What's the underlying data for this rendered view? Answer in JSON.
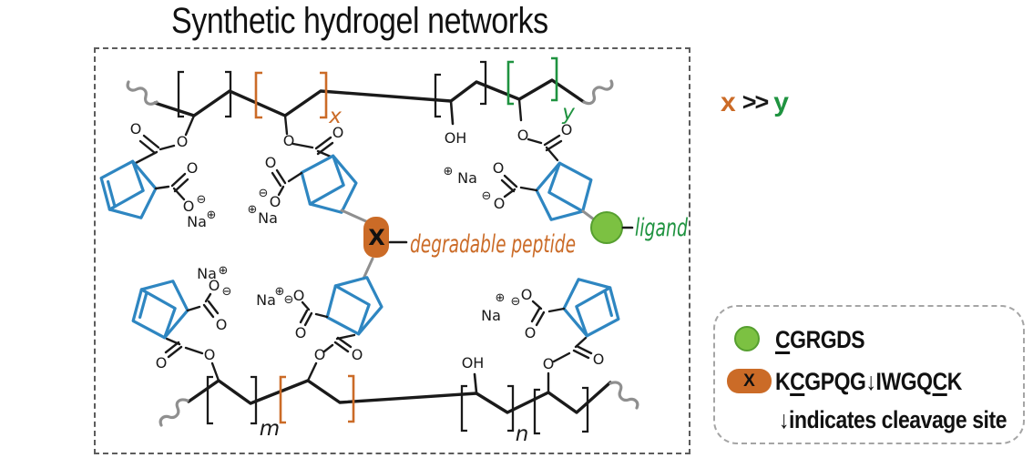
{
  "title": "Synthetic hydrogel networks",
  "relation": {
    "x": "x",
    "gg": ">>",
    "y": "y"
  },
  "labels": {
    "sub_x": "x",
    "sub_y": "y",
    "sub_m": "m",
    "sub_n": "n",
    "degradable_peptide": "degradable peptide",
    "ligand": "ligand",
    "crosslink_x": "X"
  },
  "atoms": {
    "o": "O",
    "oh": "OH",
    "na": "Na",
    "plus": "⊕",
    "minus": "⊖"
  },
  "legend": {
    "row1": {
      "c": "C",
      "rest": "GRGDS"
    },
    "row2": {
      "marker": "X",
      "k1": "K",
      "c1": "C",
      "seg1": "GPQG",
      "arrow": "↓",
      "seg2": "IWGQ",
      "c2": "C",
      "k2": "K"
    },
    "row3": {
      "arrow": "↓",
      "text": "indicates cleavage site"
    }
  },
  "colors": {
    "orange": "#cb6b27",
    "green_text": "#1f9340",
    "green_fill": "#7cc142",
    "green_stroke": "#569f2f",
    "blue": "#2e86c1",
    "gray": "#8f8f8f",
    "bond_black": "#1a1a1a"
  }
}
